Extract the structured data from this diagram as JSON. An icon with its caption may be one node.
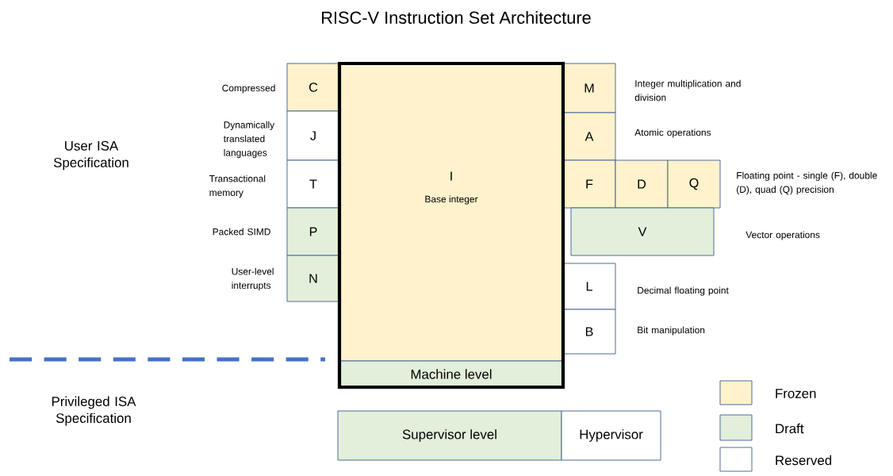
{
  "diagram": {
    "title": "RISC-V Instruction Set  Architecture",
    "nodes": [
      {
        "text": [
          "I",
          "Base integer"
        ]
      },
      {
        "text": [
          "Machine level"
        ]
      },
      {
        "text": [
          "C"
        ],
        "beside": [
          "Compressed"
        ]
      },
      {
        "text": [
          "J"
        ],
        "beside": [
          "Dynamically translated languages"
        ]
      },
      {
        "text": [
          "T"
        ],
        "beside": [
          "Transactional memory"
        ]
      },
      {
        "text": [
          "P"
        ],
        "beside": [
          "Packed SIMD"
        ]
      },
      {
        "text": [
          "N"
        ],
        "beside": [
          "User-level interrupts"
        ]
      },
      {
        "text": [
          "M"
        ],
        "beside": [
          "Integer multiplication and division"
        ]
      },
      {
        "text": [
          "A"
        ],
        "beside": [
          "Atomic operations"
        ]
      },
      {
        "text": [
          "F"
        ]
      },
      {
        "text": [
          "D"
        ]
      },
      {
        "text": [
          "Q"
        ],
        "beside": [
          "Floating point - single (F), double (D), quad (Q) precision"
        ]
      },
      {
        "text": [
          "V"
        ],
        "beside": [
          "Vector operations"
        ]
      },
      {
        "text": [
          "L"
        ],
        "beside": [
          "Decimal floating point"
        ]
      },
      {
        "text": [
          "B"
        ],
        "beside": [
          "Bit manipulation"
        ]
      },
      {
        "text": [
          "Supervisor level"
        ]
      },
      {
        "text": [
          "Hypervisor"
        ]
      }
    ],
    "labels": [
      "User ISA Specification",
      "Privileged ISA Specification"
    ],
    "legend": [
      {
        "text": "Frozen",
        "color": "#fff2cc"
      },
      {
        "text": "Draft",
        "color": "#e2efda"
      },
      {
        "text": "Reserved"
      }
    ]
  }
}
